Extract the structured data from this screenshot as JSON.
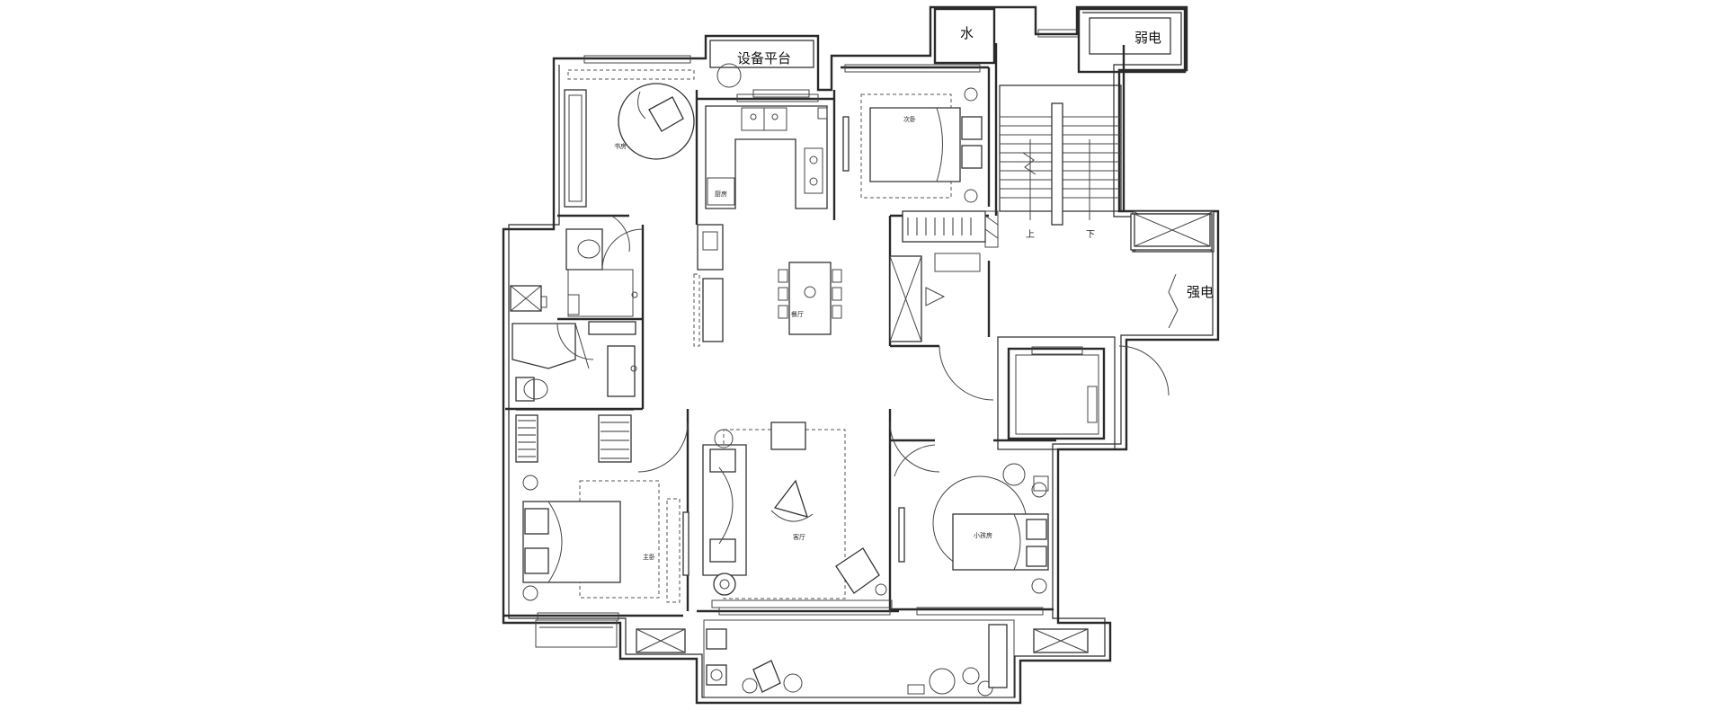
{
  "plan": {
    "utility_labels": {
      "water": "水",
      "weak_current": "弱电",
      "strong_current": "强电",
      "equipment_platform": "设备平台"
    },
    "room_labels": {
      "study": "书房",
      "second_bedroom": "次卧",
      "kitchen": "厨房",
      "dining": "餐厅",
      "living": "客厅",
      "master_bedroom": "主卧",
      "kids_room": "小孩房"
    },
    "stair_labels": {
      "up": "上",
      "down": "下"
    }
  }
}
